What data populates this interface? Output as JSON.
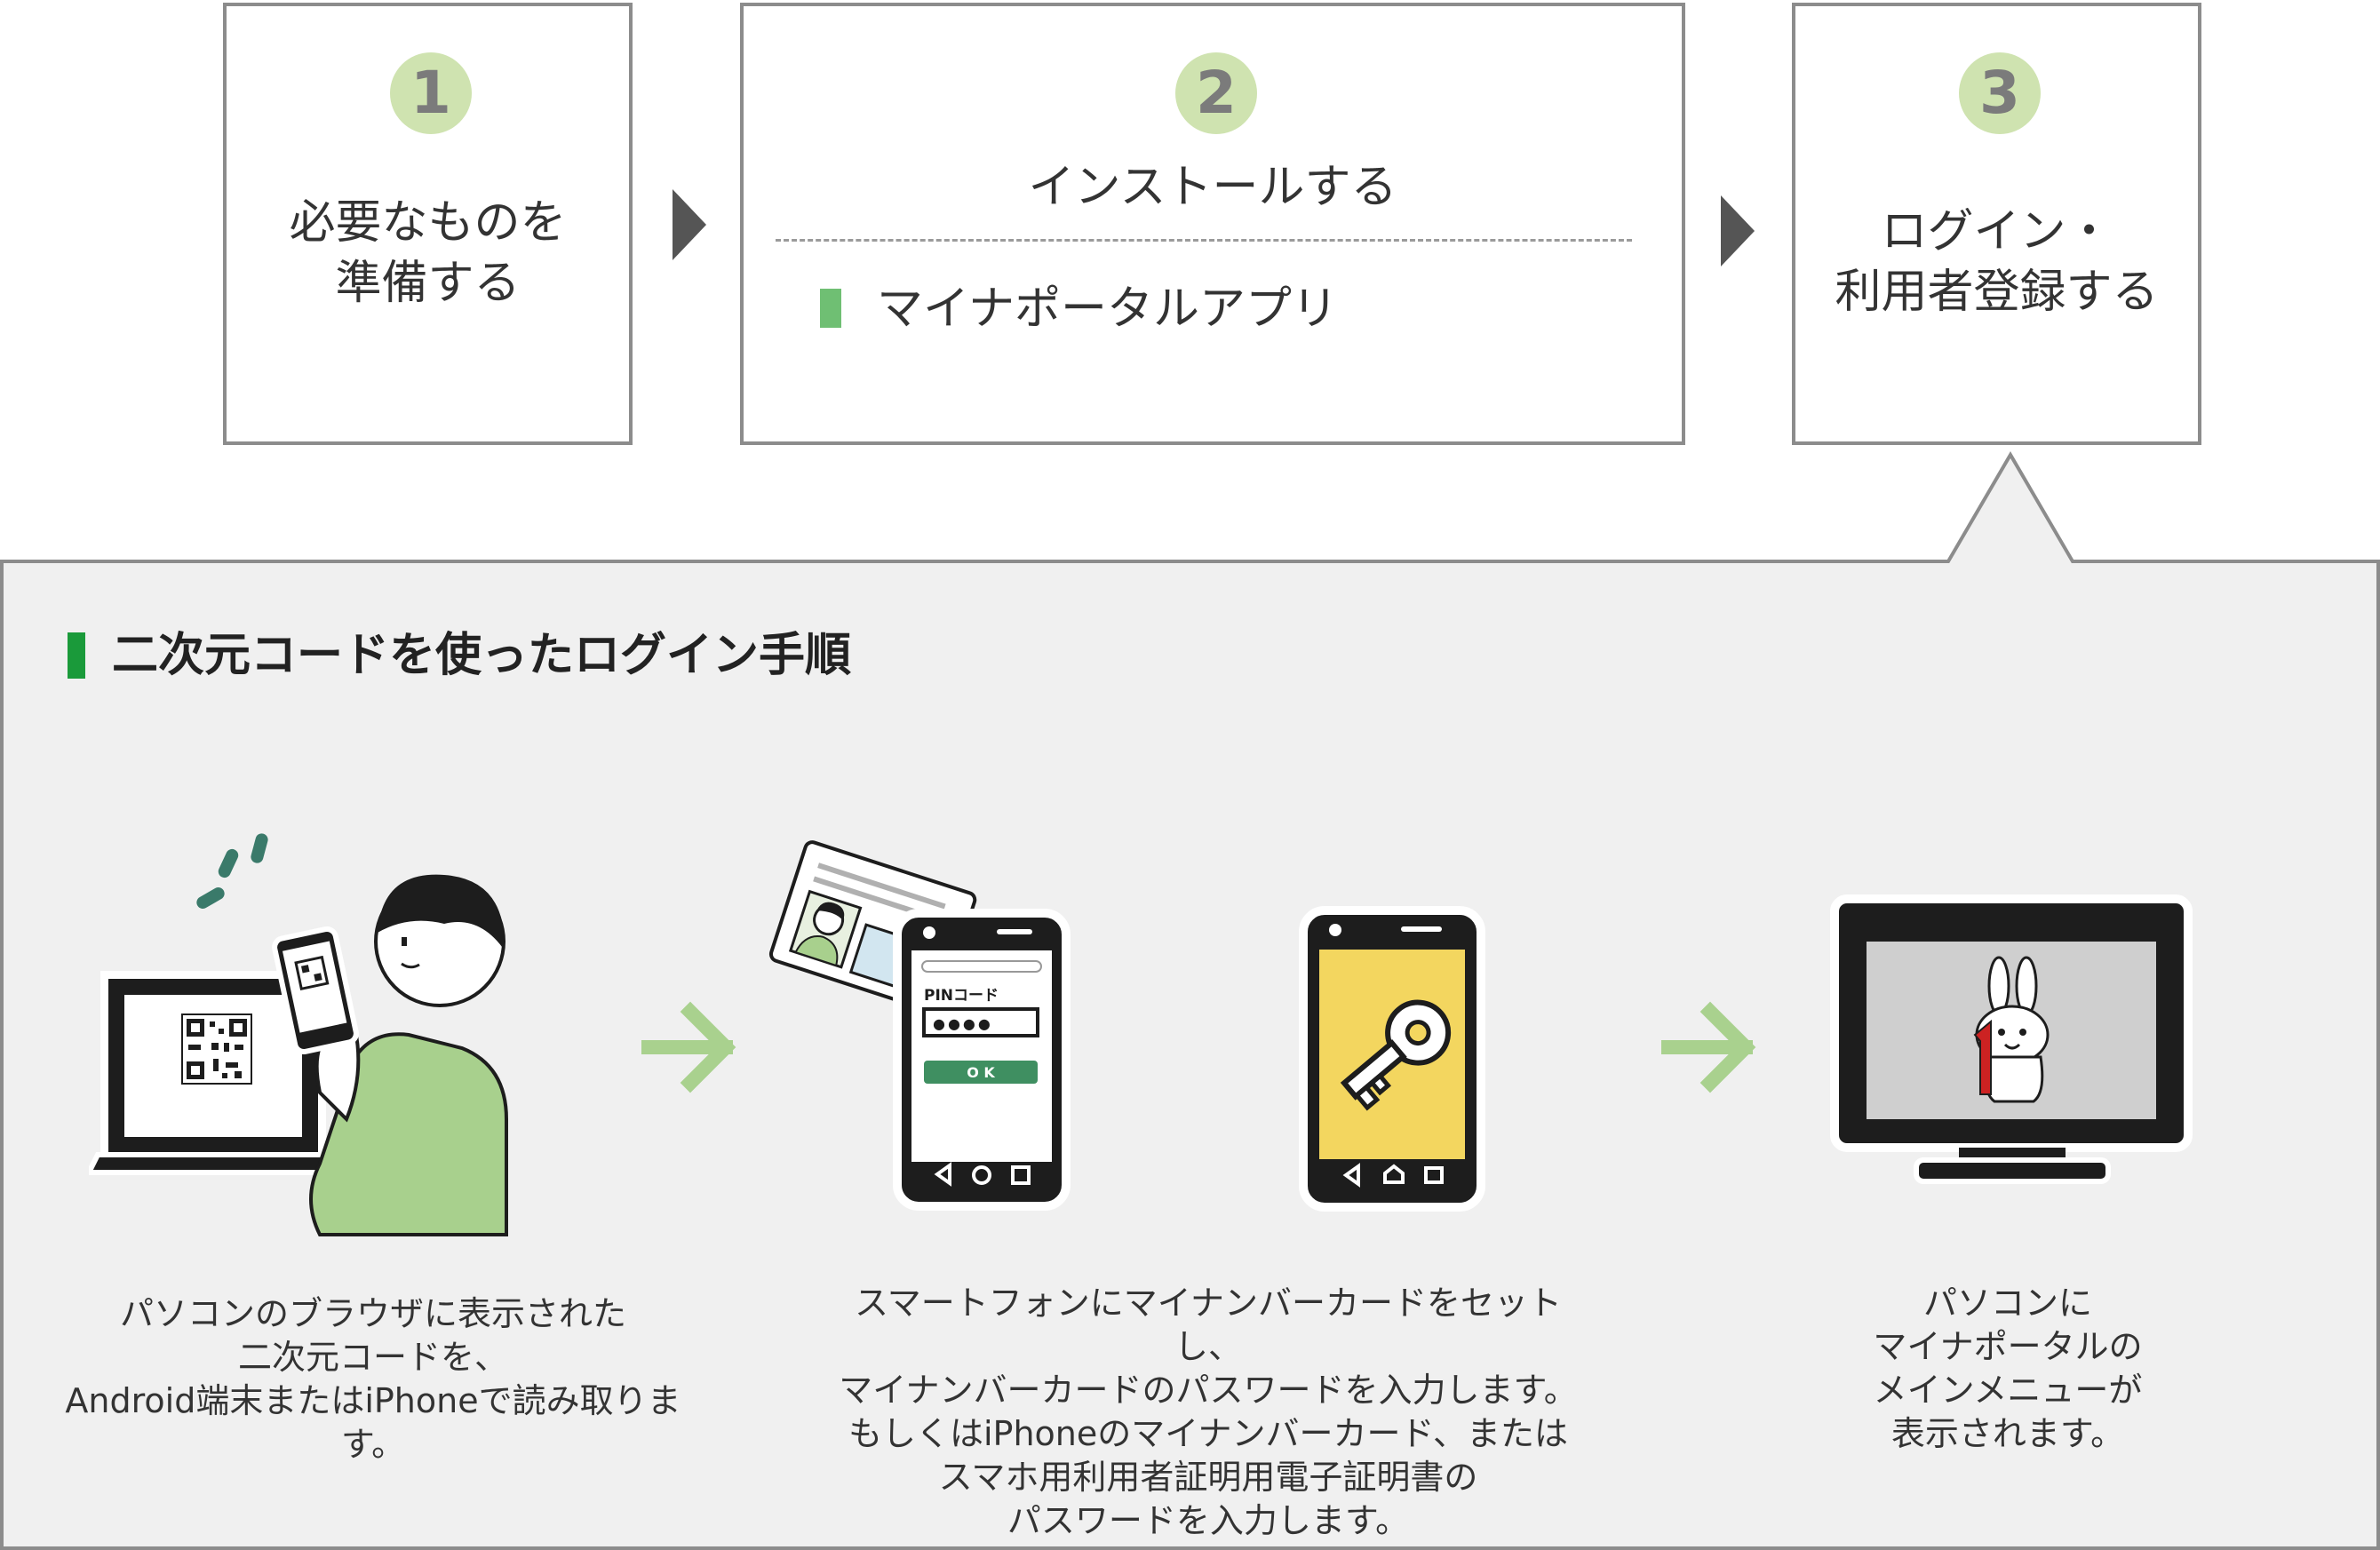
{
  "steps": [
    {
      "number": "1",
      "title": "必要なものを\n準備する"
    },
    {
      "number": "2",
      "title": "インストールする",
      "app": "マイナポータルアプリ"
    },
    {
      "number": "3",
      "title": "ログイン・\n利用者登録する"
    }
  ],
  "section": {
    "title": "二次元コードを使ったログイン手順"
  },
  "illustrations": {
    "pin_label": "PINコード",
    "pin_mask": "●●●●",
    "ok_label": "O K"
  },
  "captions": [
    "パソコンのブラウザに表示された\n二次元コードを、\nAndroid端末またはiPhoneで読み取ります。",
    "スマートフォンにマイナンバーカードをセットし、\nマイナンバーカードのパスワードを入力します。\nもしくはiPhoneのマイナンバーカード、または\nスマホ用利用者証明用電子証明書の\nパスワードを入力します。",
    "パソコンに\nマイナポータルの\nメインメニューが\n表示されます。"
  ],
  "colors": {
    "box_border": "#8c8c8c",
    "panel_bg": "#f0f0f0",
    "number_circle": "#cfe3b0",
    "green_accent": "#1a9a3a",
    "app_bar": "#6fbf73",
    "flow_arrow": "#a9d18e",
    "key_screen": "#f3d65f"
  }
}
